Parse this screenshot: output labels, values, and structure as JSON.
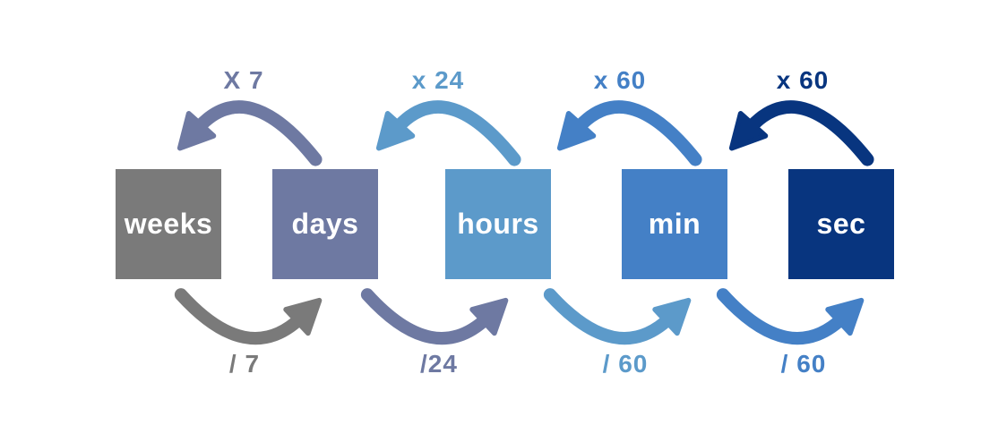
{
  "colors": {
    "gray": "#7a7a7a",
    "slate": "#6e79a2",
    "lightblue": "#5c9aca",
    "blue": "#4480c6",
    "navy": "#08357f",
    "background": "#ffffff",
    "box_text": "#ffffff"
  },
  "units": [
    {
      "label": "weeks",
      "color_key": "gray"
    },
    {
      "label": "days",
      "color_key": "slate"
    },
    {
      "label": "hours",
      "color_key": "lightblue"
    },
    {
      "label": "min",
      "color_key": "blue"
    },
    {
      "label": "sec",
      "color_key": "navy"
    }
  ],
  "multiply_arrows": [
    {
      "label": "X 7",
      "color_key": "slate",
      "from": "days",
      "to": "weeks"
    },
    {
      "label": "x 24",
      "color_key": "lightblue",
      "from": "hours",
      "to": "days"
    },
    {
      "label": "x 60",
      "color_key": "blue",
      "from": "min",
      "to": "hours"
    },
    {
      "label": "x 60",
      "color_key": "navy",
      "from": "sec",
      "to": "min"
    }
  ],
  "divide_arrows": [
    {
      "label": "/ 7",
      "color_key": "gray",
      "from": "weeks",
      "to": "days"
    },
    {
      "label": "/24",
      "color_key": "slate",
      "from": "days",
      "to": "hours"
    },
    {
      "label": "/ 60",
      "color_key": "lightblue",
      "from": "hours",
      "to": "min"
    },
    {
      "label": "/ 60",
      "color_key": "blue",
      "from": "min",
      "to": "sec"
    }
  ]
}
